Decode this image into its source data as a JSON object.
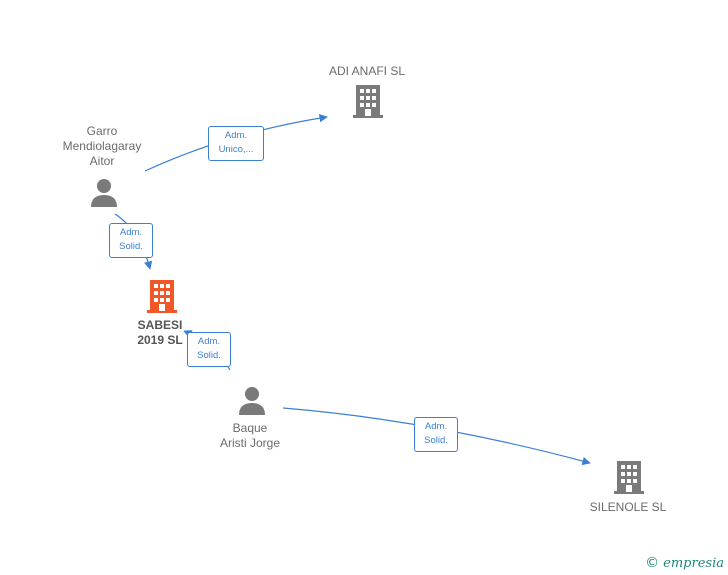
{
  "nodes": {
    "adi_anafi": {
      "label": "ADI ANAFI  SL",
      "type": "company",
      "color": "#7a7a7a"
    },
    "garro": {
      "label": "Garro\nMendiolagaray\nAitor",
      "type": "person",
      "color": "#7a7a7a"
    },
    "sabesi": {
      "label": "SABESI\n2019  SL",
      "type": "company",
      "color": "#f0582a"
    },
    "baque": {
      "label": "Baque\nAristi Jorge",
      "type": "person",
      "color": "#7a7a7a"
    },
    "silenole": {
      "label": "SILENOLE  SL",
      "type": "company",
      "color": "#7a7a7a"
    }
  },
  "edges": {
    "garro_adi": {
      "label": "Adm.\nUnico,..."
    },
    "garro_sabesi": {
      "label": "Adm.\nSolid."
    },
    "baque_sabesi": {
      "label": "Adm.\nSolid."
    },
    "baque_silenole": {
      "label": "Adm.\nSolid."
    }
  },
  "colors": {
    "edge": "#3a7fd4",
    "person": "#7a7a7a",
    "company": "#7a7a7a",
    "focus_company": "#f0582a"
  },
  "brand": {
    "copyright_symbol": "©",
    "name": "empresia"
  }
}
